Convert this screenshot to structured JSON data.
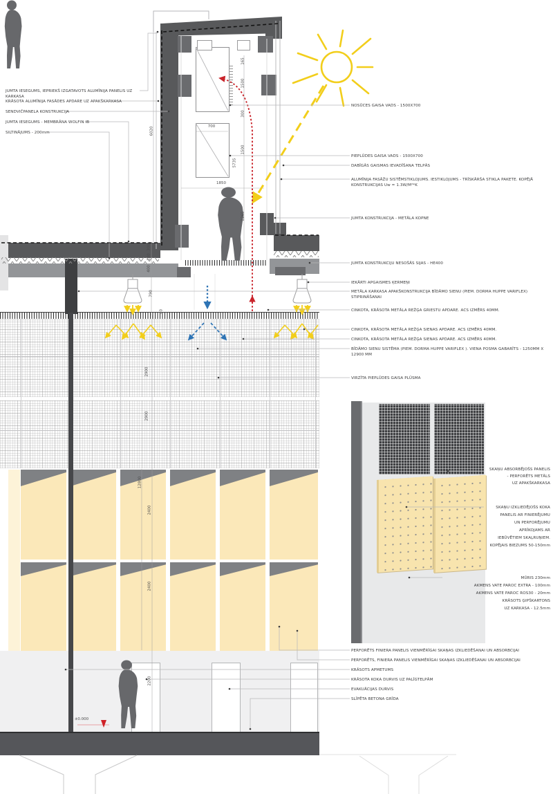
{
  "annotations": {
    "left": [
      "JUMTA IESEGUMS, IEPRIEKŠ IZGATAVOTS ALUMĪNIJA PANELIS UZ KARKASA",
      "KRĀSOTA ALUMĪNIJA FASĀDES APDARE UZ APAKŠKARKASA",
      "SENDVIČPANELA KONSTRUKCIJA",
      "JUMTA IESEGUMS - MEMBRĀNA WOLFIN IB",
      "SILTINĀJUMS - 200mm"
    ],
    "right": [
      "NOSŪCES GAISA VADS - 1500X700",
      "PIEPLŪDES GAISA VADS - 1500X700",
      "DABĪGĀS GAISMAS IEVADĪŠANA TELPĀS",
      "ALUMĪNIJA FASĀŽU SISTĒMSTIKLOJUMS. IESTIKLOJUMS - TRĪSKĀRŠA STIKLA PAKETE. KOPĒJĀ KONSTRUKCIJAS Uw = 1.3W/M²*K",
      "JUMTA KONSTRUKCIJA - METĀLA KOPNE",
      "JUMTA KONSTRUKCIJU NESOŠĀS SIJAS - HE400",
      "IEKĀRTI APGAISMES ĶERMEŅI",
      "METĀLA KARKASA APAKŠKONSTRUKCIJA BĪDĀMO SIENU (PIEM. DORMA HUPPE VARIFLEX) STIPRINĀŠANAI",
      "CINKOTA, KRĀSOTA METĀLA REŽĢA GRIESTU APDARE. ACS IZMĒRS 40MM.",
      "CINKOTA, KRĀSOTA METĀLA REŽĢA SIENAS APDARE. ACS IZMĒRS 40MM.",
      "CINKOTA, KRĀSOTA METĀLA REŽĢA SIENAS APDARE. ACS IZMĒRS 40MM.",
      "BĪDĀMO SIENU SISTĒMA (PIEM. DORMA HUPPE VARIFLEX ). VIENA POSMA GABARĪTS - 1250MM X 12900 MM",
      "VIRZĪTA PIEPLŪDES GAISA PLŪSMA"
    ],
    "detail_absorber": [
      "SKAŅU ABSORBĒJOŠS PANELIS",
      "- PERFORĒTS METĀLS",
      "UZ APAKŠKARKASA"
    ],
    "detail_diffuser": [
      "SKAŅU IZKLIEDĒJOŠS KOKA",
      "PANELIS AR FINIERĒJUMU",
      "UN PERFORĒJUMU",
      "APRĪKOJAMS AR",
      "IEBŪVĒTIEM SKAĻRUŅIEM.",
      "KOPĒJAIS BIEZUMS 50-150mm"
    ],
    "detail_wall": [
      "MŪRIS 230mm",
      "AKMENS VATE PAROC EXTRA - 100mm",
      "AKMENS VATE PAROC ROS30 - 20mm",
      "KRĀSOTS ĢIPŠKARTONS",
      "UZ KARKASA - 12.5mm"
    ],
    "bottom": [
      "PERFORĒTS FINIERA PANELIS VIENMĒRĪGAI SKAŅAS IZKLIEDĒŠANAI UN ABSORBCIJAI",
      "PERFORĒTS, FINIERA PANELIS VIENMĒRĪGAI SKAŅAS IZKLIEDĒŠANAI UN ABSORBCIJAI",
      "KRĀSOTS APMETUMS",
      "KRĀSOTA KOKA DURVIS UZ PALĪGTELPĀM",
      "EVAKUĀCIJAS DURVIS",
      "SLĪPĒTA BETONA GRĪDA"
    ]
  },
  "dims": {
    "left_total": "6020",
    "monitor_chain": [
      "165",
      "1500",
      "300",
      "1500",
      "2265"
    ],
    "monitor_total": "5735",
    "duct_width": "700",
    "opening_width": "1850",
    "roof_chain": [
      "300",
      "100",
      "400",
      "790",
      "40"
    ],
    "mesh_chain": [
      "2900",
      "2900"
    ],
    "panel_total": "12800",
    "panel_chain": [
      "2400",
      "2400"
    ],
    "bottom_floor": "2200",
    "level": "±0.000"
  },
  "colors": {
    "accent_yellow": "#F2CE1B",
    "flow_red": "#C9242B",
    "flow_blue": "#2E74B5",
    "panel_cream": "#FBE8B9",
    "structure_dark": "#58595B",
    "beam_gray": "#939598"
  }
}
